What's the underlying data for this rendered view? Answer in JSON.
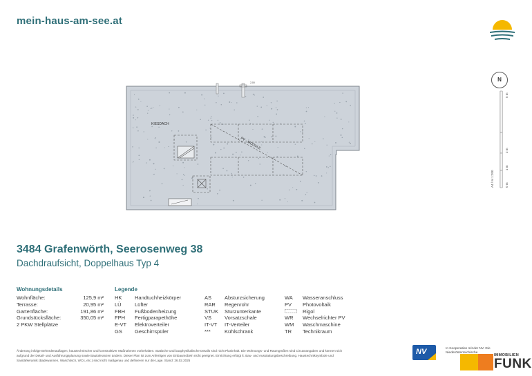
{
  "header": {
    "site_url": "mein-haus-am-see.at"
  },
  "compass": {
    "label": "N"
  },
  "scale": {
    "paper": "A4 / M 1:200",
    "m0": "0 m",
    "m1": "1 m",
    "m2": "2 m",
    "m5": "5 m"
  },
  "plan": {
    "roof_label": "KIESDACH",
    "pv_label": "PV - MODULE",
    "small_label": "2,00"
  },
  "title": {
    "address": "3484 Grafenwörth, Seerosenweg 38",
    "subtitle": "Dachdraufsicht, Doppelhaus Typ 4"
  },
  "details": {
    "heading": "Wohnungsdetails",
    "rows": [
      {
        "label": "Wohnfläche:",
        "value": "125,9 m²"
      },
      {
        "label": "Terrasse:",
        "value": "20,95 m²"
      },
      {
        "label": "Gartenfläche:",
        "value": "191,86 m²"
      },
      {
        "label": "Grundstücksfläche:",
        "value": "350,05 m²"
      },
      {
        "label": "2 PKW Stellplätze",
        "value": ""
      }
    ]
  },
  "legend": {
    "heading": "Legende",
    "col1": [
      {
        "abbr": "HK",
        "text": "Handtuchheizkörper"
      },
      {
        "abbr": "LÜ",
        "text": "Lüfter"
      },
      {
        "abbr": "FBH",
        "text": "Fußbodenheizung"
      },
      {
        "abbr": "FPH",
        "text": "Fertigparapethöhe"
      },
      {
        "abbr": "E-VT",
        "text": "Elektroverteiler"
      },
      {
        "abbr": "GS",
        "text": "Geschirrspüler"
      }
    ],
    "col2": [
      {
        "abbr": "AS",
        "text": "Absturzsicherung"
      },
      {
        "abbr": "RAR",
        "text": "Regenrohr"
      },
      {
        "abbr": "STUK",
        "text": "Sturzunterkante"
      },
      {
        "abbr": "VS",
        "text": "Vorsatzschale"
      },
      {
        "abbr": "IT-VT",
        "text": "IT-Verteiler"
      },
      {
        "abbr": "***",
        "text": "Kühlschrank"
      }
    ],
    "col3": [
      {
        "abbr": "WA",
        "text": "Wasseranschluss"
      },
      {
        "abbr": "PV",
        "text": "Photovoltaik"
      },
      {
        "abbr": "",
        "text": "Rigol"
      },
      {
        "abbr": "WR",
        "text": "Wechselrichter PV"
      },
      {
        "abbr": "WM",
        "text": "Waschmaschine"
      },
      {
        "abbr": "TR",
        "text": "Technikraum"
      }
    ]
  },
  "footer": {
    "note": "Änderung infolge Behördenauflagen, haustechnischer und konstruktiver Maßnahmen vorbehalten. Statische und bauphysikalische Details sind nicht Planinhalt. Die Wohnungs- und Raumgrößen sind Circawangaben und können sich aufgrund der Detail- und Ausführungsplanung sowie Bautoleranzen ändern. Dieser Plan ist zum Anfertigen von Einbaumöbeln nicht geeignet. Einrichtung erfolgt lt. Bau- und Ausstattungsbeschreibung. Haustechniksymbole und Sanitärkeramik (Badewannen, Waschtisch, WCs, etc.) sind nicht maßgenau und definieren nur die Lage. Stand: 26.02.2025"
  },
  "partners": {
    "nv": "NV",
    "cooperation": "In Kooperation mit der NV. Die Niederösterreichische",
    "immobilien": "IMMOBILIEN",
    "funk": "FUNK"
  },
  "colors": {
    "accent": "#2f6f78",
    "roof": "#cdd3da",
    "logo_sun": "#f5b800",
    "logo_sea": "#2f6f78"
  }
}
